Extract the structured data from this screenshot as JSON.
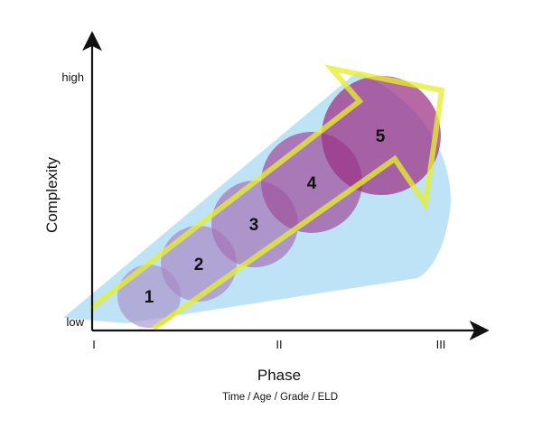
{
  "axes": {
    "y_title": "Complexity",
    "y_high": "high",
    "y_low": "low",
    "x_title": "Phase",
    "x_subtitle": "Time / Age / Grade / ELD",
    "x_ticks": [
      "I",
      "II",
      "III"
    ]
  },
  "stages": [
    "1",
    "2",
    "3",
    "4",
    "5"
  ],
  "colors": {
    "cone": "#bfe3f6",
    "circle_fill": "#9b59a8",
    "circle_dark": "#8e2070",
    "arrow_outline": "#e8ee3a",
    "axis": "#111111"
  }
}
